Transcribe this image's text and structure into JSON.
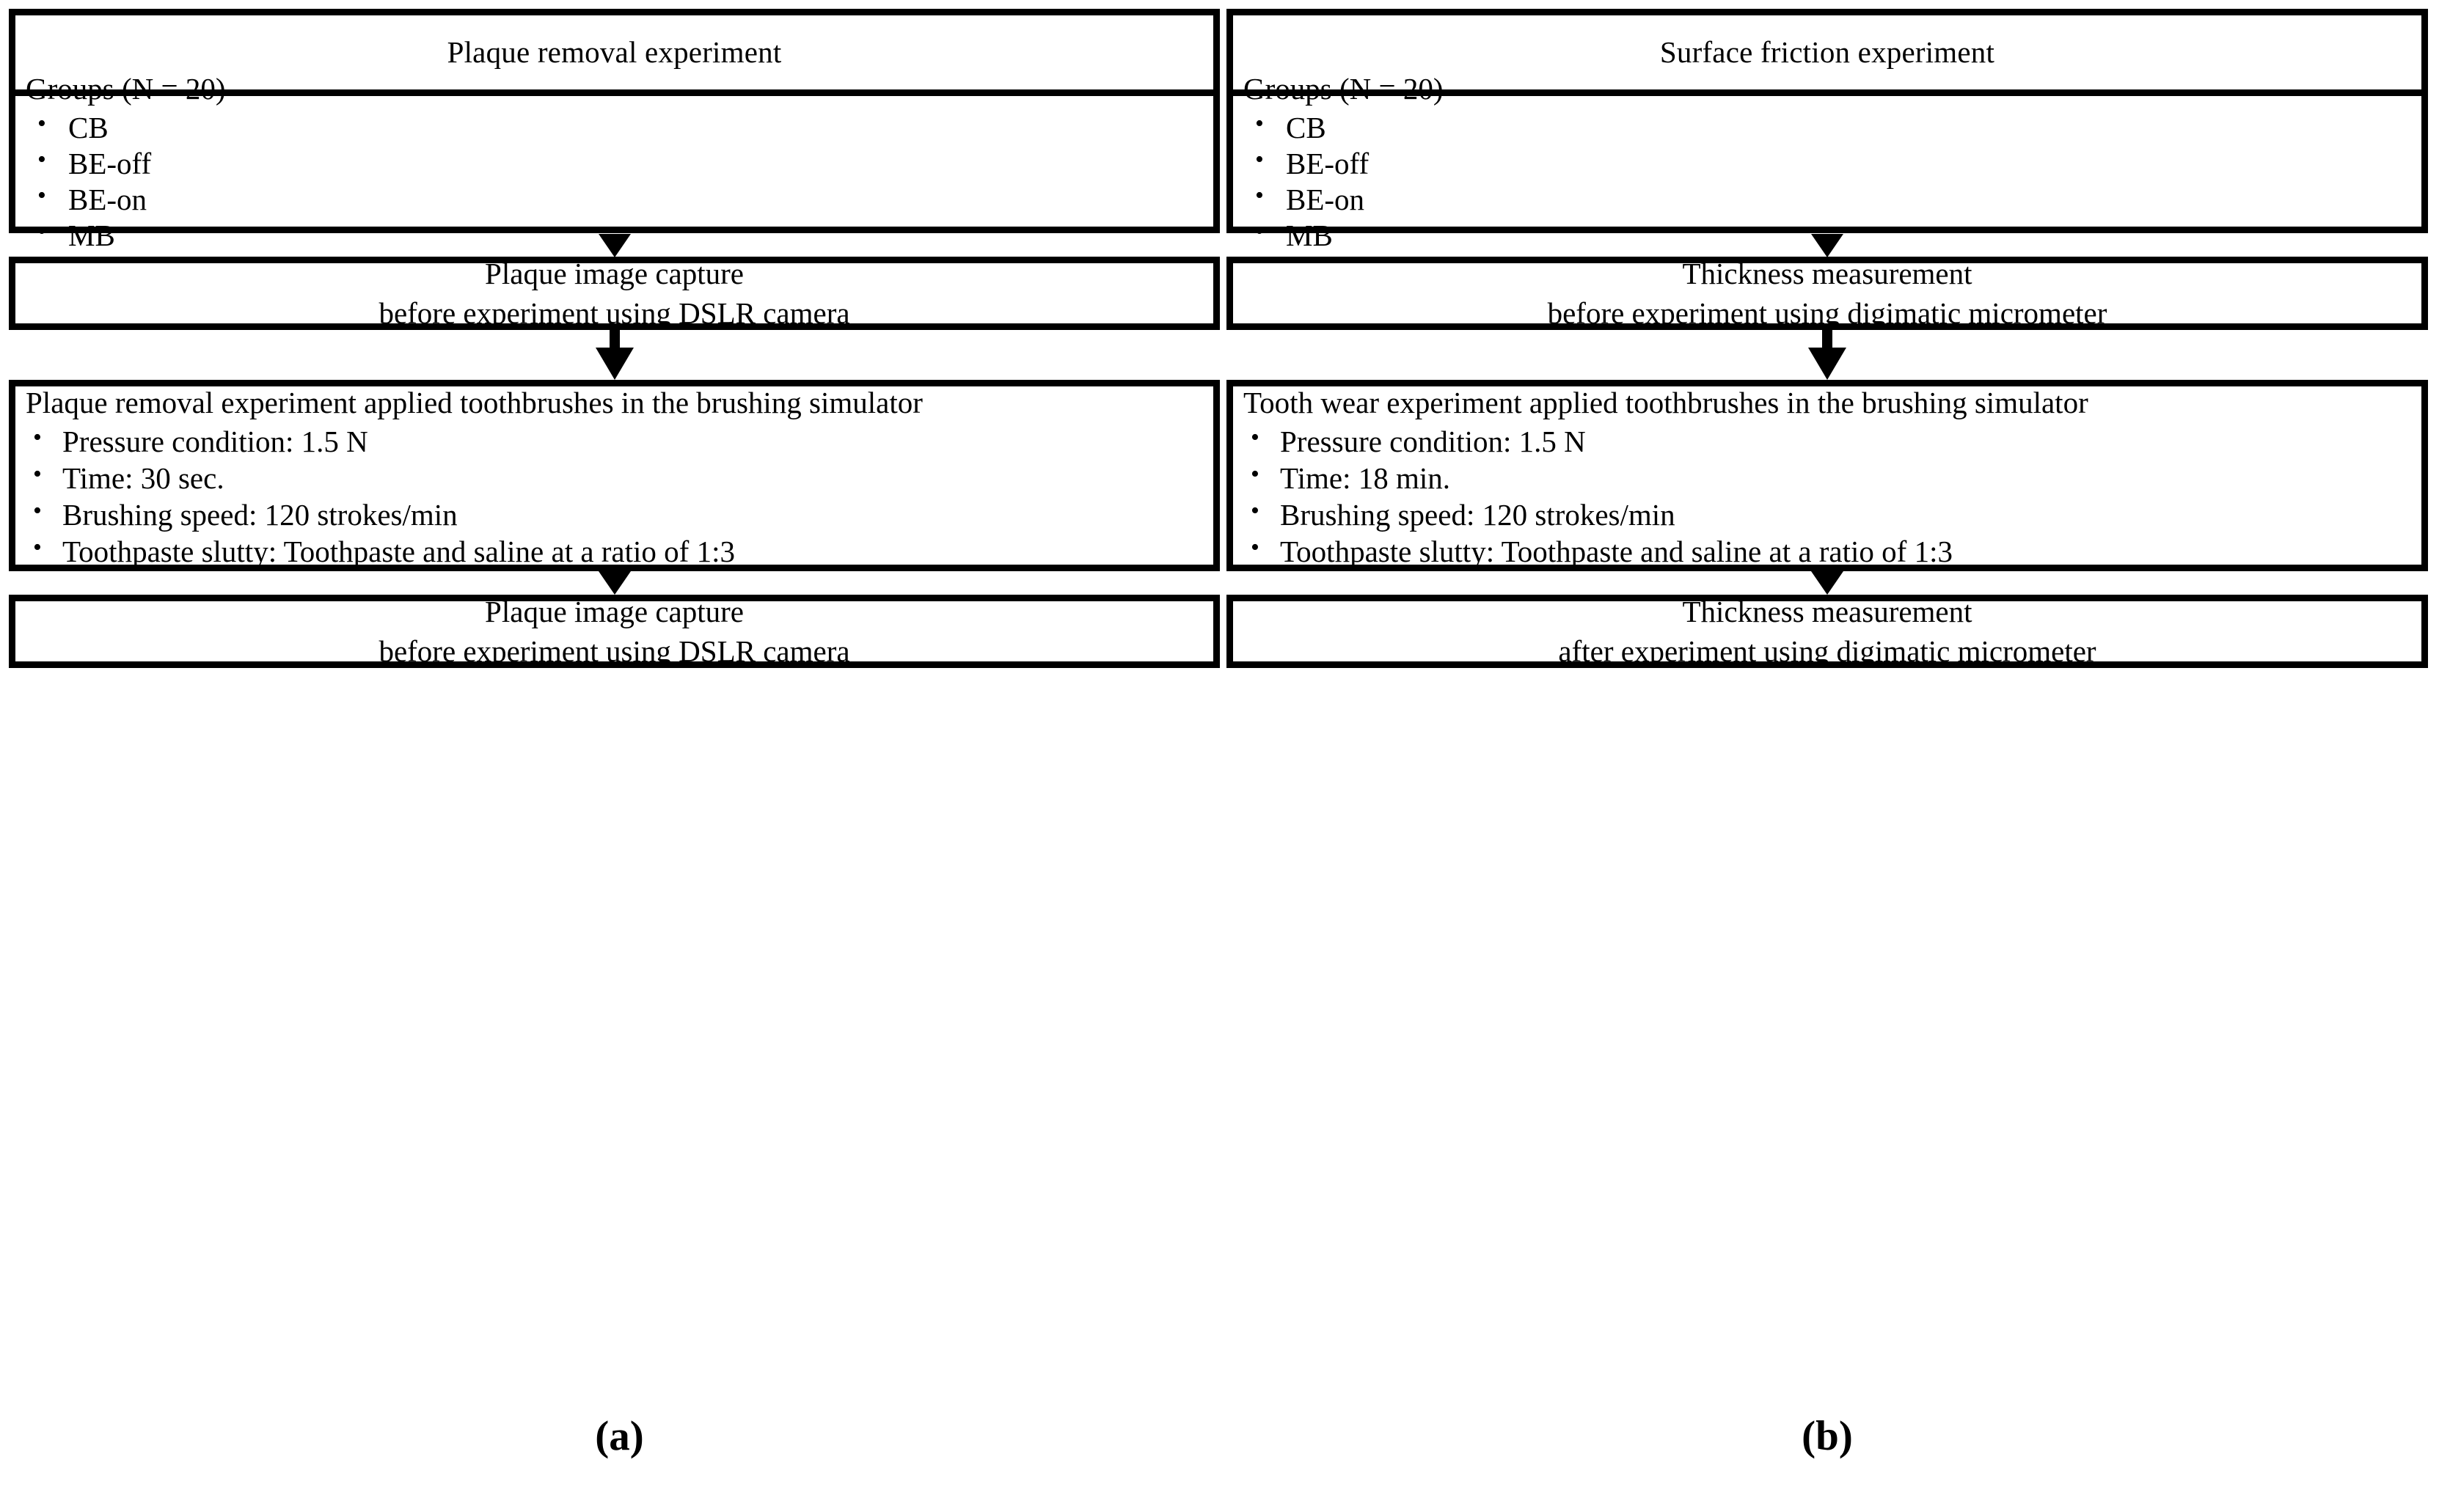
{
  "figure": {
    "background_color": "#ffffff",
    "line_color": "#000000",
    "panels": [
      {
        "id": "a",
        "caption": "(a)",
        "header": "Plaque removal experiment",
        "groups": {
          "heading": "Groups (N = 20)",
          "items": [
            "CB",
            "BE-off",
            "BE-on",
            "MB"
          ]
        },
        "pre_step": {
          "line1": "Plaque image capture",
          "line2": "before experiment using DSLR camera"
        },
        "main_step": {
          "lead": "Plaque removal experiment applied toothbrushes in the brushing simulator",
          "items": [
            "Pressure condition: 1.5 N",
            "Time: 30 sec.",
            "Brushing speed: 120 strokes/min",
            "Toothpaste slutty: Toothpaste and saline at a ratio of 1:3"
          ]
        },
        "post_step": {
          "line1": "Plaque image capture",
          "line2": "before experiment using DSLR camera"
        }
      },
      {
        "id": "b",
        "caption": "(b)",
        "header": "Surface friction experiment",
        "groups": {
          "heading": "Groups (N = 20)",
          "items": [
            "CB",
            "BE-off",
            "BE-on",
            "MB"
          ]
        },
        "pre_step": {
          "line1": "Thickness measurement",
          "line2": "before experiment using digimatic micrometer"
        },
        "main_step": {
          "lead": "Tooth wear experiment applied toothbrushes in the brushing simulator",
          "items": [
            "Pressure condition: 1.5 N",
            "Time: 18 min.",
            "Brushing speed: 120 strokes/min",
            "Toothpaste slutty: Toothpaste and saline at a ratio of 1:3"
          ]
        },
        "post_step": {
          "line1": "Thickness measurement",
          "line2": "after experiment using digimatic micrometer"
        }
      }
    ]
  }
}
